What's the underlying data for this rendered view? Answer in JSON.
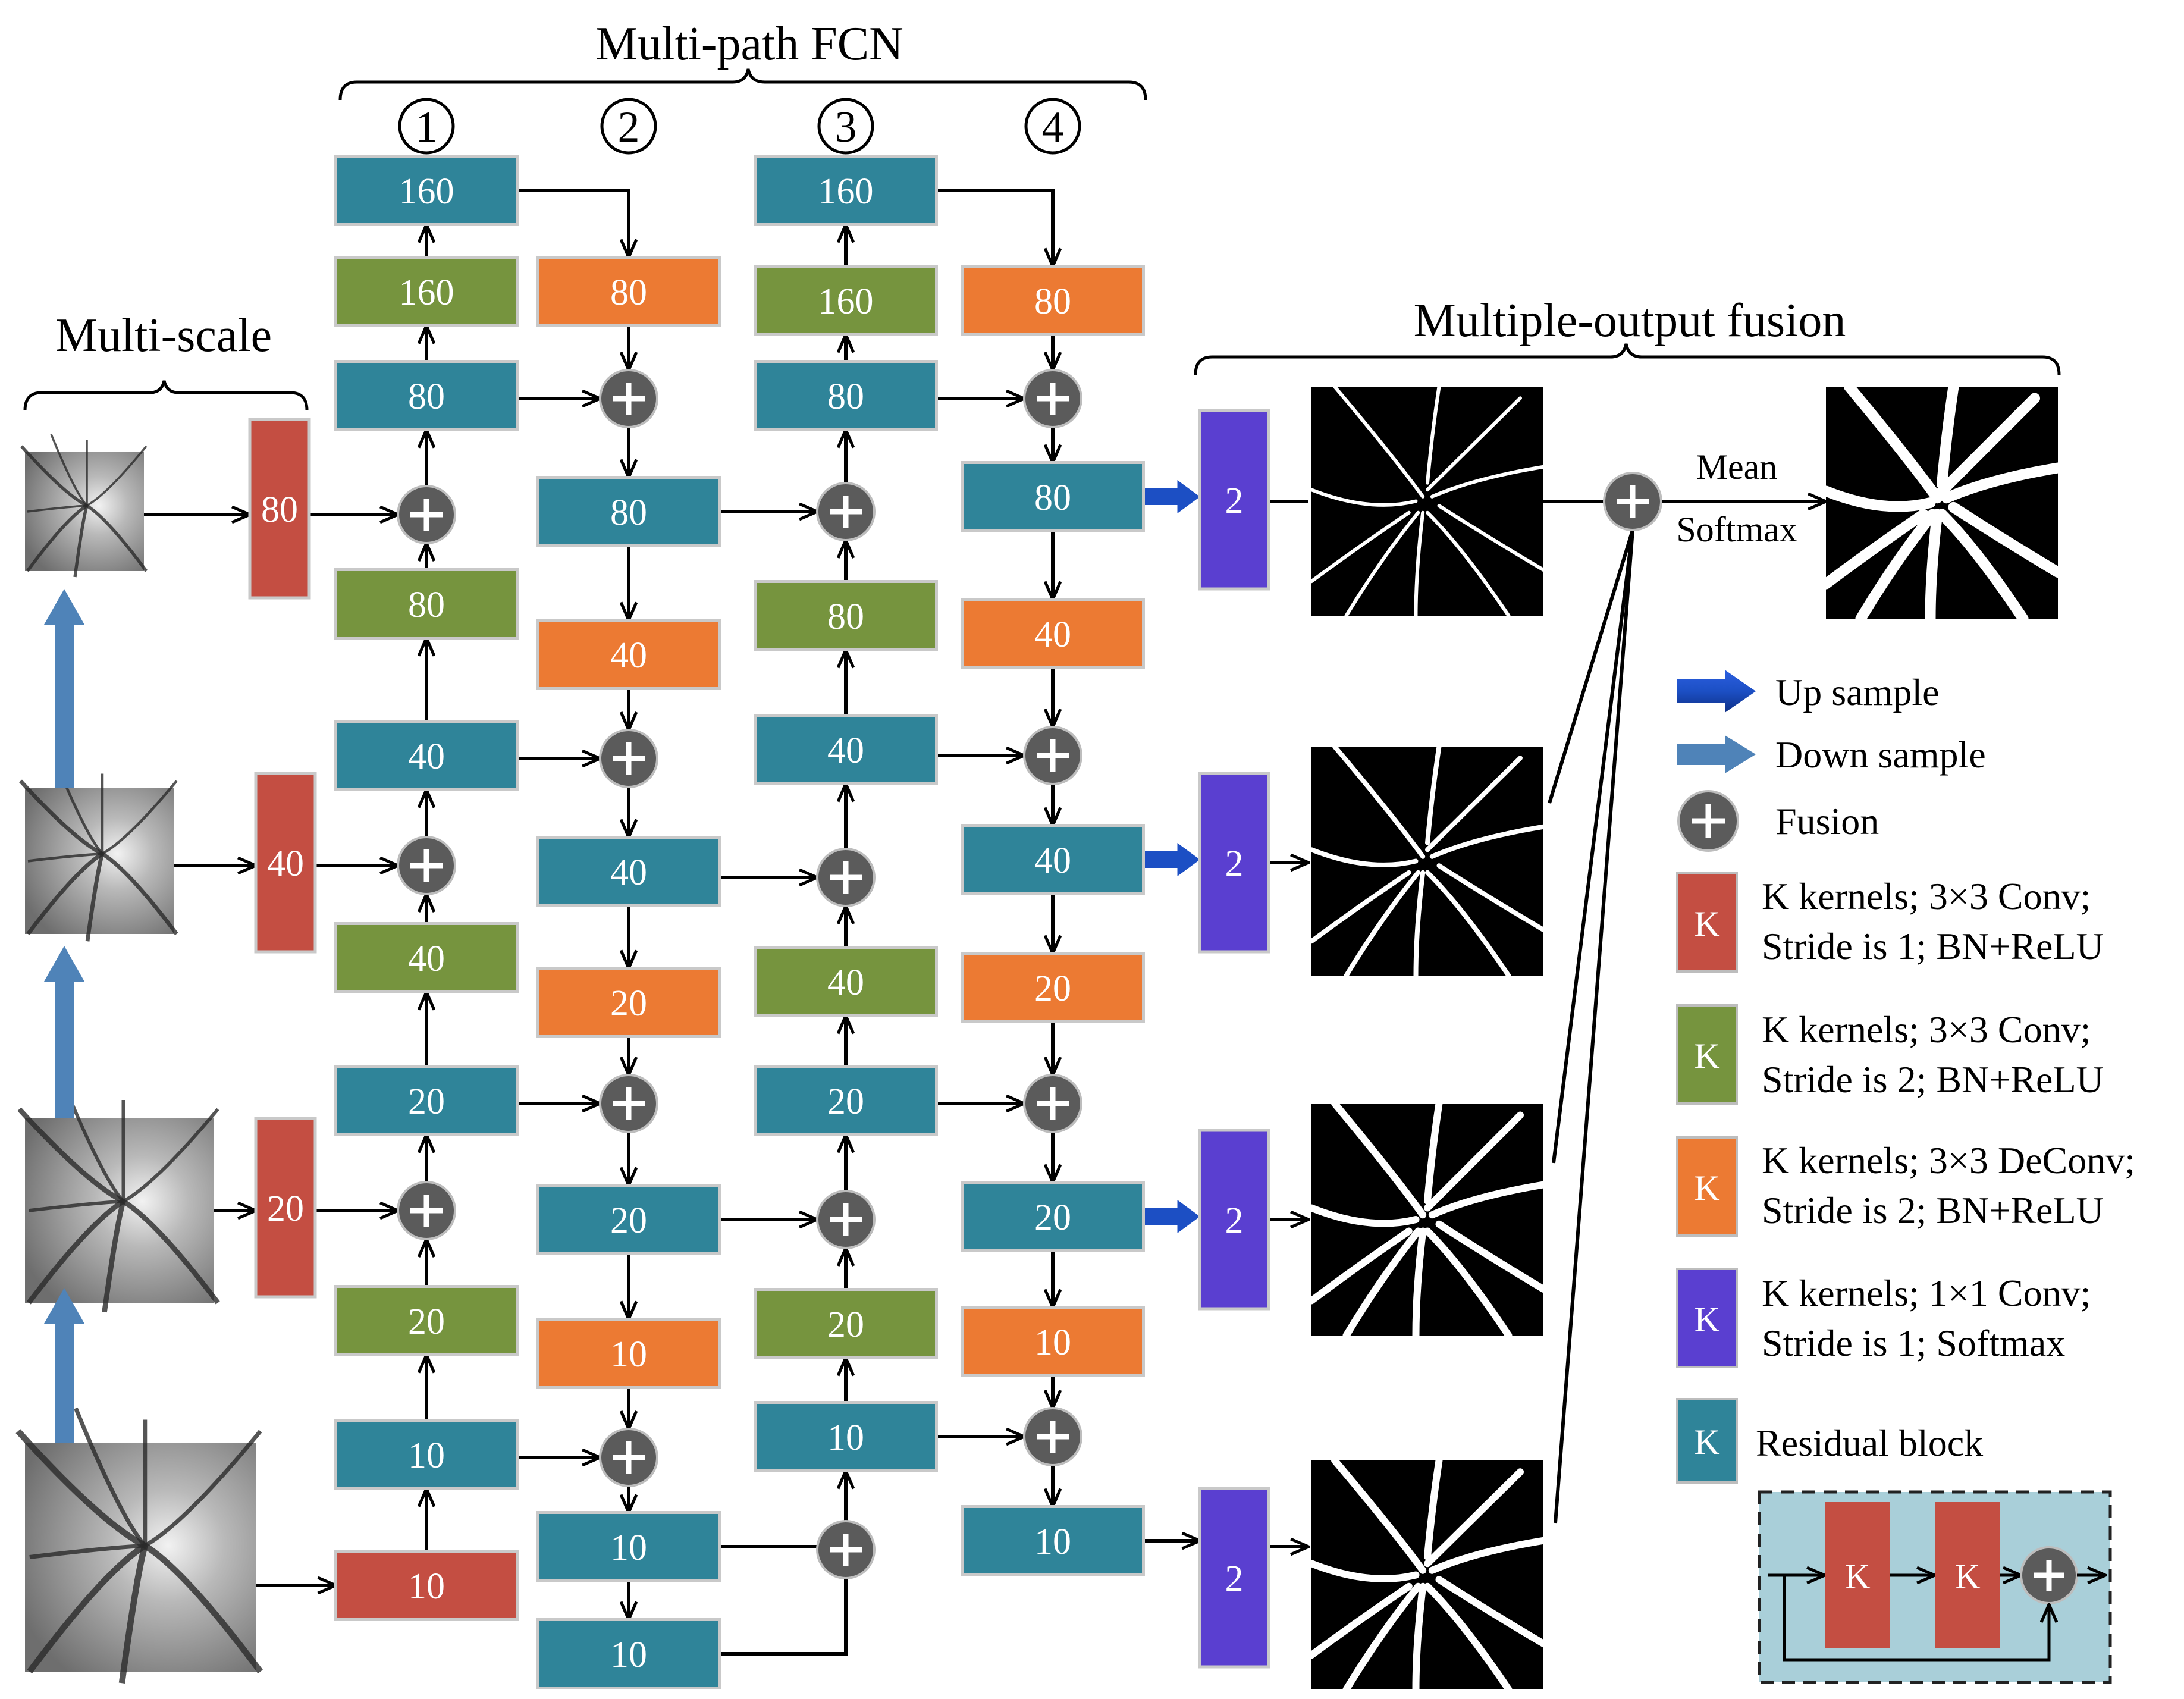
{
  "colors": {
    "teal": "#2f8499",
    "green": "#76943e",
    "orange": "#ec7a33",
    "red": "#c44e42",
    "purple": "#5a3fd0",
    "fusion": "#5b5b5b",
    "up_arrow": "#1c4fc4",
    "down_arrow": "#4f83b8",
    "residual_bg": "#a9cfd9"
  },
  "labels": {
    "multipath": "Multi-path FCN",
    "multiscale": "Multi-scale",
    "fusion_title": "Multiple-output fusion",
    "mean": "Mean",
    "softmax": "Softmax"
  },
  "path_numbers": [
    "1",
    "2",
    "3",
    "4"
  ],
  "blocks": [
    {
      "id": "r80",
      "t": "red",
      "l": "80"
    },
    {
      "id": "r40",
      "t": "red",
      "l": "40"
    },
    {
      "id": "r20",
      "t": "red",
      "l": "20"
    },
    {
      "id": "r10",
      "t": "red",
      "l": "10"
    },
    {
      "id": "p1_160",
      "t": "teal",
      "l": "160"
    },
    {
      "id": "p1_g160",
      "t": "green",
      "l": "160"
    },
    {
      "id": "p1_80",
      "t": "teal",
      "l": "80"
    },
    {
      "id": "p1_g80",
      "t": "green",
      "l": "80"
    },
    {
      "id": "p1_40",
      "t": "teal",
      "l": "40"
    },
    {
      "id": "p1_g40",
      "t": "green",
      "l": "40"
    },
    {
      "id": "p1_20",
      "t": "teal",
      "l": "20"
    },
    {
      "id": "p1_g20",
      "t": "green",
      "l": "20"
    },
    {
      "id": "p1_10",
      "t": "teal",
      "l": "10"
    },
    {
      "id": "p2_o80",
      "t": "orange",
      "l": "80"
    },
    {
      "id": "p2_80",
      "t": "teal",
      "l": "80"
    },
    {
      "id": "p2_o40",
      "t": "orange",
      "l": "40"
    },
    {
      "id": "p2_40",
      "t": "teal",
      "l": "40"
    },
    {
      "id": "p2_o20",
      "t": "orange",
      "l": "20"
    },
    {
      "id": "p2_20",
      "t": "teal",
      "l": "20"
    },
    {
      "id": "p2_o10",
      "t": "orange",
      "l": "10"
    },
    {
      "id": "p2_10a",
      "t": "teal",
      "l": "10"
    },
    {
      "id": "p2_10b",
      "t": "teal",
      "l": "10"
    },
    {
      "id": "p3_160",
      "t": "teal",
      "l": "160"
    },
    {
      "id": "p3_g160",
      "t": "green",
      "l": "160"
    },
    {
      "id": "p3_80",
      "t": "teal",
      "l": "80"
    },
    {
      "id": "p3_g80",
      "t": "green",
      "l": "80"
    },
    {
      "id": "p3_40",
      "t": "teal",
      "l": "40"
    },
    {
      "id": "p3_g40",
      "t": "green",
      "l": "40"
    },
    {
      "id": "p3_20",
      "t": "teal",
      "l": "20"
    },
    {
      "id": "p3_g20",
      "t": "green",
      "l": "20"
    },
    {
      "id": "p3_10",
      "t": "teal",
      "l": "10"
    },
    {
      "id": "p4_o80",
      "t": "orange",
      "l": "80"
    },
    {
      "id": "p4_80",
      "t": "teal",
      "l": "80"
    },
    {
      "id": "p4_o40",
      "t": "orange",
      "l": "40"
    },
    {
      "id": "p4_40",
      "t": "teal",
      "l": "40"
    },
    {
      "id": "p4_o20",
      "t": "orange",
      "l": "20"
    },
    {
      "id": "p4_20",
      "t": "teal",
      "l": "20"
    },
    {
      "id": "p4_o10",
      "t": "orange",
      "l": "10"
    },
    {
      "id": "p4_10",
      "t": "teal",
      "l": "10"
    },
    {
      "id": "s1",
      "t": "purple",
      "l": "2"
    },
    {
      "id": "s2",
      "t": "purple",
      "l": "2"
    },
    {
      "id": "s3",
      "t": "purple",
      "l": "2"
    },
    {
      "id": "s4",
      "t": "purple",
      "l": "2"
    }
  ],
  "legend": {
    "up": "Up sample",
    "down": "Down sample",
    "fusion": "Fusion",
    "k": "K",
    "red": [
      "K kernels; 3×3 Conv;",
      "Stride is 1; BN+ReLU"
    ],
    "green": [
      "K kernels; 3×3 Conv;",
      "Stride is 2; BN+ReLU"
    ],
    "orange": [
      "K kernels; 3×3 DeConv;",
      "Stride is 2; BN+ReLU"
    ],
    "purple": [
      "K kernels; 1×1 Conv;",
      "Stride is 1; Softmax"
    ],
    "residual": "Residual block"
  }
}
